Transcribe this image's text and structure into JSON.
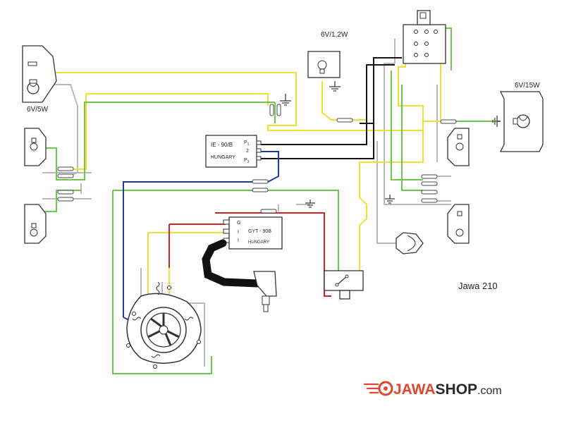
{
  "diagram": {
    "title": "Jawa 210",
    "labels": {
      "tail_bulb": "6V/5W",
      "indicator_bulb": "6V/1,2W",
      "headlamp_bulb": "6V/15W"
    },
    "regulator": {
      "model": "IE - 90/B",
      "origin": "HUNGARY",
      "terminal_p1": "P",
      "terminal_p1_sub": "1",
      "terminal_2": "2",
      "terminal_p3": "P",
      "terminal_p3_sub": "3"
    },
    "ignition_coil": {
      "model": "GYT - 90B",
      "origin": "HUNGARY",
      "terminal_g": "G",
      "terminal_i1": "I",
      "terminal_i2": "I"
    }
  },
  "branding": {
    "logo_main": "JAWA",
    "logo_shop": "SHOP",
    "logo_tld": ".com",
    "accent_color": "#e2462f",
    "dark_color": "#2a2a2a"
  },
  "wire_colors": {
    "yellow": "#f2e43a",
    "green": "#69c94a",
    "black": "#1a1a1a",
    "blue": "#1f3c9c",
    "red": "#cc2222",
    "grey": "#b5b5b5"
  }
}
